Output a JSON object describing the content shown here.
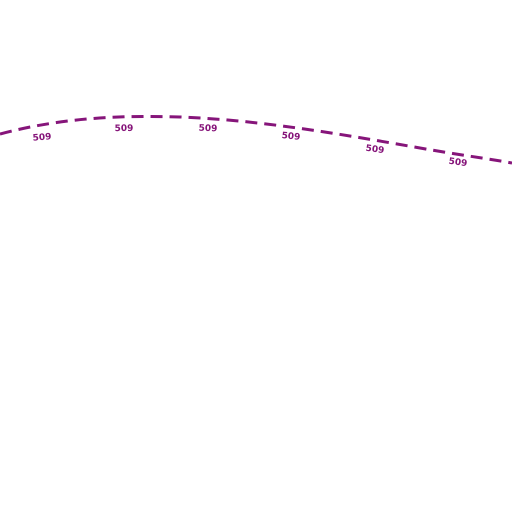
{
  "map": {
    "route": {
      "ref": "509",
      "color": "#86157a",
      "labels": [
        "509",
        "509",
        "509",
        "509",
        "509",
        "509"
      ]
    }
  }
}
